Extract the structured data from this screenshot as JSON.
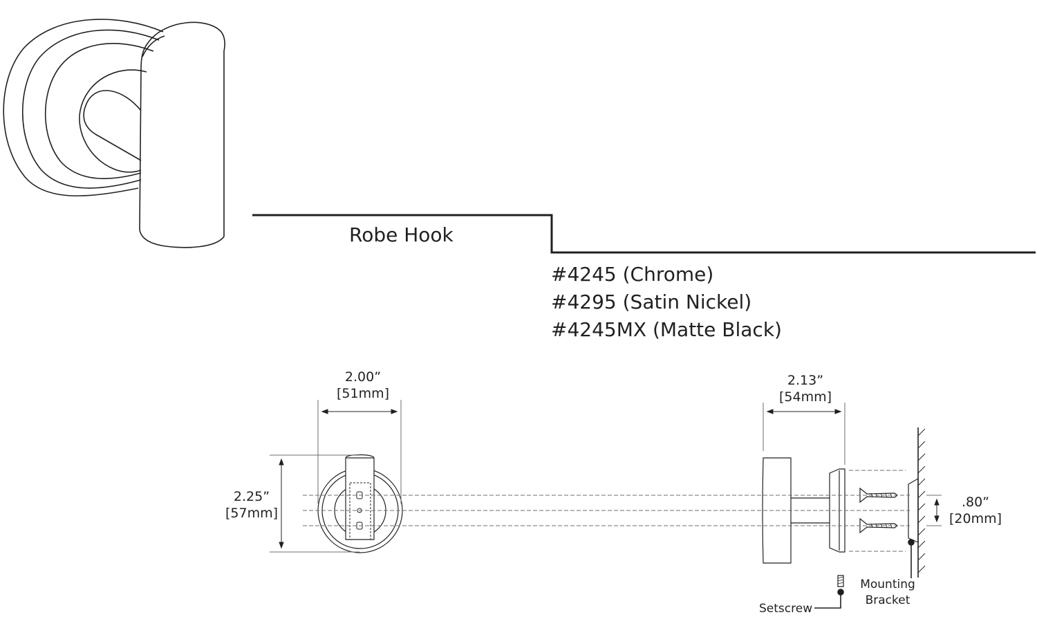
{
  "product": {
    "title": "Robe Hook",
    "models": [
      "#4245 (Chrome)",
      "#4295 (Satin Nickel)",
      "#4245MX (Matte Black)"
    ]
  },
  "dimensions": {
    "width": {
      "imperial": "2.00”",
      "metric": "[51mm]"
    },
    "projection": {
      "imperial": "2.13”",
      "metric": "[54mm]"
    },
    "height": {
      "imperial": "2.25”",
      "metric": "[57mm]"
    },
    "screw_spacing": {
      "imperial": ".80”",
      "metric": "[20mm]"
    }
  },
  "callouts": {
    "setscrew": "Setscrew",
    "mounting_bracket": [
      "Mounting",
      "Bracket"
    ]
  },
  "colors": {
    "ink": "#231f20",
    "leader": "#6d6e71",
    "background": "#ffffff"
  }
}
